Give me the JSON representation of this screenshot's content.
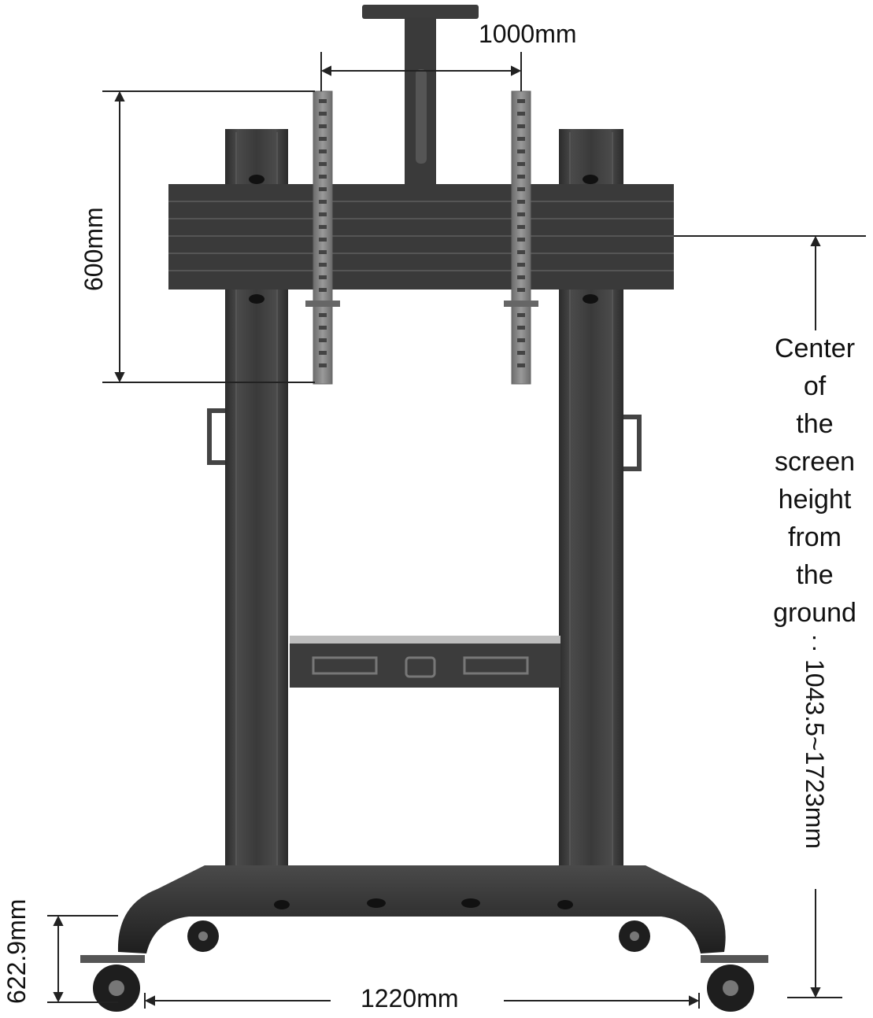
{
  "dimensions": {
    "width_spacing": "1000mm",
    "height_spacing": "600mm",
    "base_width": "1220mm",
    "base_height": "622.9mm",
    "center_height_range": "1043.5~1723mm"
  },
  "caption": {
    "lines": [
      "Center",
      "of",
      "the",
      "screen",
      "height",
      "from",
      "the",
      "ground"
    ],
    "suffix": ":"
  },
  "colors": {
    "frame": "#3a3a3a",
    "frame_dark": "#2a2a2a",
    "bracket": "#8a8a8a",
    "dim_line": "#222222",
    "text": "#111111"
  }
}
